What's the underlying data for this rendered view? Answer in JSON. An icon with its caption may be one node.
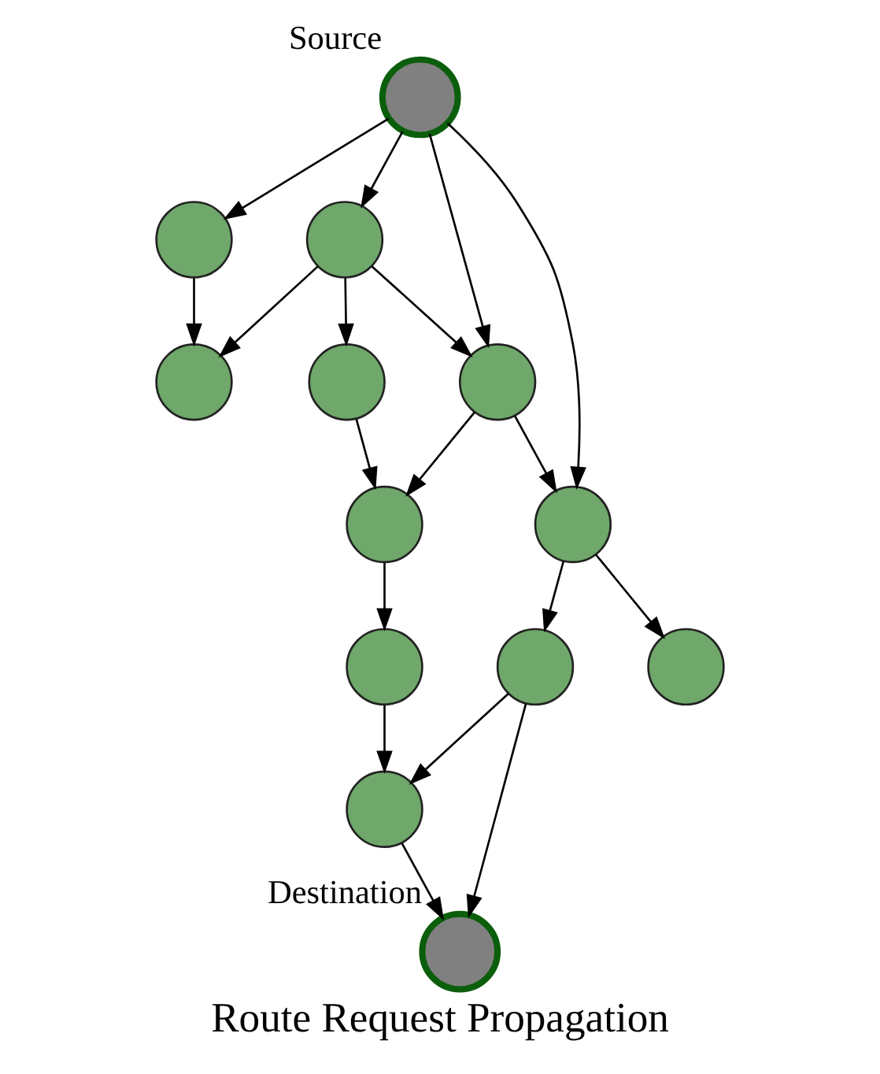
{
  "diagram": {
    "caption": "Route Request Propagation",
    "nodes": [
      {
        "text": [],
        "shape": "circle"
      },
      {
        "text": [],
        "shape": "circle"
      },
      {
        "text": [],
        "shape": "circle"
      },
      {
        "text": [],
        "shape": "circle"
      },
      {
        "text": [],
        "shape": "circle",
        "beside": [
          "Source"
        ]
      },
      {
        "text": [],
        "shape": "circle"
      },
      {
        "text": [],
        "shape": "circle"
      },
      {
        "text": [],
        "shape": "circle"
      },
      {
        "text": [],
        "shape": "circle"
      },
      {
        "text": [],
        "shape": "circle"
      },
      {
        "text": [],
        "shape": "circle"
      },
      {
        "text": [],
        "shape": "circle"
      },
      {
        "text": [],
        "shape": "circle",
        "beside": [
          "Destination"
        ]
      }
    ],
    "edges": [
      {
        "from": 1,
        "to": 0,
        "arrow": "to"
      },
      {
        "from": 2,
        "to": 0,
        "arrow": "to"
      },
      {
        "from": 4,
        "to": 1,
        "arrow": "to"
      },
      {
        "from": 4,
        "to": 2,
        "arrow": "to"
      },
      {
        "from": 2,
        "to": 3,
        "arrow": "to"
      },
      {
        "from": 2,
        "to": 5,
        "arrow": "to"
      },
      {
        "from": 4,
        "to": 5,
        "arrow": "to"
      },
      {
        "from": 3,
        "to": 6,
        "arrow": "to"
      },
      {
        "from": 5,
        "to": 6,
        "arrow": "to"
      },
      {
        "from": 5,
        "to": 7,
        "arrow": "to"
      },
      {
        "from": 4,
        "to": 7,
        "arrow": "to"
      },
      {
        "from": 6,
        "to": 8,
        "arrow": "to"
      },
      {
        "from": 7,
        "to": 9,
        "arrow": "to"
      },
      {
        "from": 7,
        "to": 11,
        "arrow": "to"
      },
      {
        "from": 9,
        "to": 10,
        "arrow": "to"
      },
      {
        "from": 8,
        "to": 10,
        "arrow": "to"
      },
      {
        "from": 9,
        "to": 12,
        "arrow": "to"
      },
      {
        "from": 10,
        "to": 12,
        "arrow": "to"
      }
    ]
  }
}
